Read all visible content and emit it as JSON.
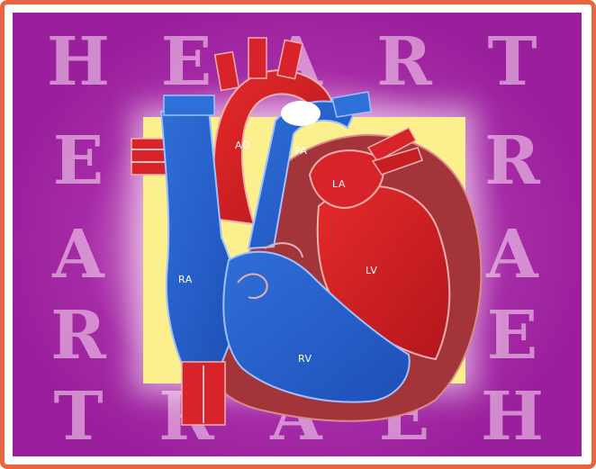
{
  "border_color": "#e8663f",
  "background_color": "#a52ba6",
  "watermark_letters": {
    "top_row": [
      "H",
      "E",
      "A",
      "R",
      "T"
    ],
    "left_column": [
      "E",
      "A",
      "R"
    ],
    "right_column": [
      "R",
      "A",
      "E"
    ],
    "bottom_row": [
      "T",
      "R",
      "A",
      "E",
      "H"
    ]
  },
  "chamber_labels": {
    "ao": "AO",
    "pa": "PA",
    "la": "LA",
    "ra": "RA",
    "lv": "LV",
    "rv": "RV"
  }
}
